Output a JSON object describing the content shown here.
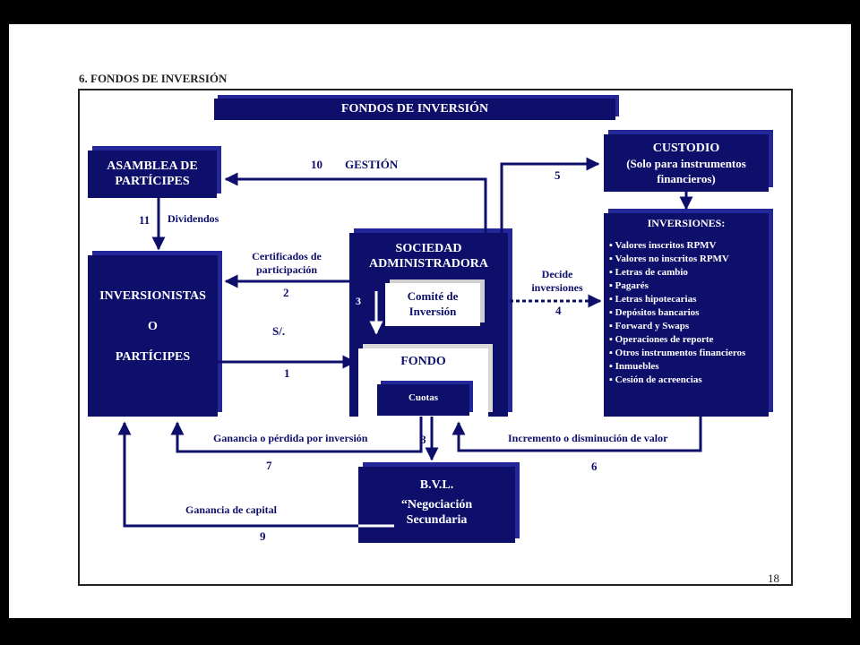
{
  "section_title": "6. FONDOS DE INVERSIÓN",
  "banner": "FONDOS DE INVERSIÓN",
  "boxes": {
    "asamblea": "ASAMBLEA DE PARTÍCIPES",
    "custodio": [
      "CUSTODIO",
      "(Solo para instrumentos",
      "financieros)"
    ],
    "inversionistas": [
      "INVERSIONISTAS",
      "O",
      "PARTÍCIPES"
    ],
    "sociedad": [
      "SOCIEDAD",
      "ADMINISTRADORA"
    ],
    "comite": [
      "Comité de",
      "Inversión"
    ],
    "fondo": "FONDO",
    "cuotas": "Cuotas",
    "bvl": [
      "B.V.L.",
      "“Negociación",
      "Secundaria"
    ],
    "inversiones_title": "INVERSIONES:",
    "inversiones_items": [
      "Valores inscritos RPMV",
      "Valores no inscritos RPMV",
      "Letras de cambio",
      "Pagarés",
      "Letras hipotecarias",
      "Depósitos bancarios",
      "Forward y Swaps",
      "Operaciones de reporte",
      "Otros instrumentos financieros",
      "Inmuebles",
      "Cesión de acreencias"
    ]
  },
  "labels": {
    "gestion_num": "10",
    "gestion": "GESTIÓN",
    "dividendos_num": "11",
    "dividendos": "Dividendos",
    "certificados": [
      "Certificados de",
      "participación"
    ],
    "n2": "2",
    "soles": "S/.",
    "n1": "1",
    "n3": "3",
    "n5": "5",
    "decide": [
      "Decide",
      "inversiones"
    ],
    "n4": "4",
    "ganancia_perdida": "Ganancia o pérdida por inversión",
    "n7": "7",
    "n8": "8",
    "incremento": "Incremento o disminución de valor",
    "n6": "6",
    "ganancia_capital": "Ganancia de capital",
    "n9": "9"
  },
  "page_number": "18",
  "colors": {
    "navy": "#0d0f6b",
    "shadow": "#23279a"
  }
}
